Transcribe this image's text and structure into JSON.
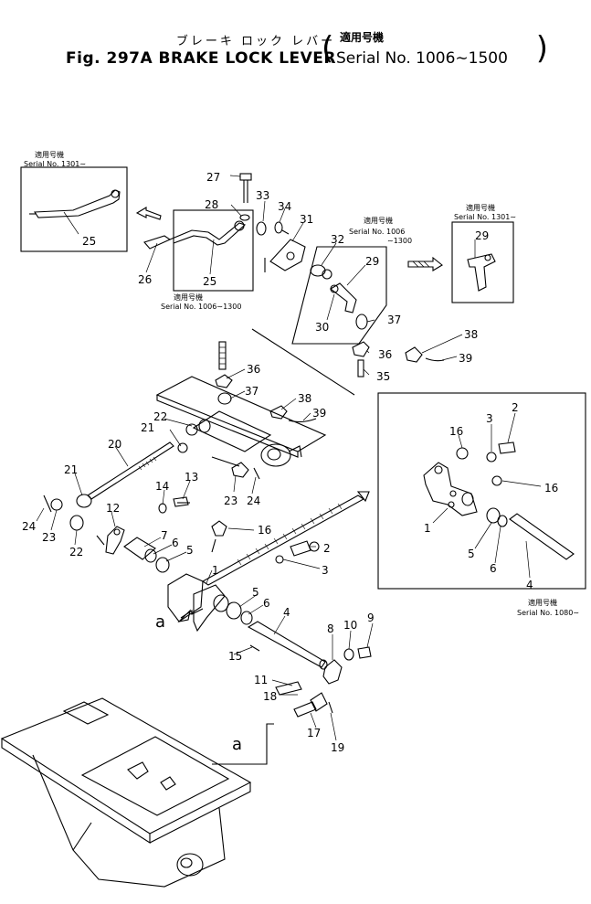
{
  "title": {
    "jp": "ブレーキ ロック レバー",
    "en": "Fig. 297A BRAKE LOCK LEVER",
    "serial_jp": "適用号機",
    "serial_en": "Serial No. 1006∼1500"
  },
  "callouts": [
    {
      "id": "c25a",
      "text": "25"
    },
    {
      "id": "c25b",
      "text": "25"
    },
    {
      "id": "c26",
      "text": "26"
    },
    {
      "id": "c27",
      "text": "27"
    },
    {
      "id": "c28",
      "text": "28"
    },
    {
      "id": "c33",
      "text": "33"
    },
    {
      "id": "c34",
      "text": "34"
    },
    {
      "id": "c31",
      "text": "31"
    },
    {
      "id": "c32",
      "text": "32"
    },
    {
      "id": "c29a",
      "text": "29"
    },
    {
      "id": "c30",
      "text": "30"
    },
    {
      "id": "c29b",
      "text": "29"
    },
    {
      "id": "c37a",
      "text": "37"
    },
    {
      "id": "c36a",
      "text": "36"
    },
    {
      "id": "c38a",
      "text": "38"
    },
    {
      "id": "c39a",
      "text": "39"
    },
    {
      "id": "c35",
      "text": "35"
    },
    {
      "id": "c36b",
      "text": "36"
    },
    {
      "id": "c37b",
      "text": "37"
    },
    {
      "id": "c38b",
      "text": "38"
    },
    {
      "id": "c39b",
      "text": "39"
    },
    {
      "id": "c22a",
      "text": "22"
    },
    {
      "id": "c21a",
      "text": "21"
    },
    {
      "id": "c20",
      "text": "20"
    },
    {
      "id": "c21b",
      "text": "21"
    },
    {
      "id": "c23a",
      "text": "23"
    },
    {
      "id": "c24a",
      "text": "24"
    },
    {
      "id": "c14",
      "text": "14"
    },
    {
      "id": "c13",
      "text": "13"
    },
    {
      "id": "c12",
      "text": "12"
    },
    {
      "id": "c24b",
      "text": "24"
    },
    {
      "id": "c23b",
      "text": "23"
    },
    {
      "id": "c22b",
      "text": "22"
    },
    {
      "id": "c7",
      "text": "7"
    },
    {
      "id": "c6a",
      "text": "6"
    },
    {
      "id": "c5a",
      "text": "5"
    },
    {
      "id": "c16a",
      "text": "16"
    },
    {
      "id": "c2a",
      "text": "2"
    },
    {
      "id": "c3a",
      "text": "3"
    },
    {
      "id": "c1a",
      "text": "1"
    },
    {
      "id": "c5b",
      "text": "5"
    },
    {
      "id": "c6b",
      "text": "6"
    },
    {
      "id": "c4a",
      "text": "4"
    },
    {
      "id": "ca1",
      "text": "a"
    },
    {
      "id": "c15",
      "text": "15"
    },
    {
      "id": "c8",
      "text": "8"
    },
    {
      "id": "c10",
      "text": "10"
    },
    {
      "id": "c9",
      "text": "9"
    },
    {
      "id": "c11",
      "text": "11"
    },
    {
      "id": "c18",
      "text": "18"
    },
    {
      "id": "c17",
      "text": "17"
    },
    {
      "id": "c19",
      "text": "19"
    },
    {
      "id": "ca2",
      "text": "a"
    },
    {
      "id": "c16b",
      "text": "16"
    },
    {
      "id": "c3b",
      "text": "3"
    },
    {
      "id": "c2b",
      "text": "2"
    },
    {
      "id": "c16c",
      "text": "16"
    },
    {
      "id": "c1b",
      "text": "1"
    },
    {
      "id": "c5c",
      "text": "5"
    },
    {
      "id": "c6c",
      "text": "6"
    },
    {
      "id": "c4b",
      "text": "4"
    }
  ],
  "serial_labels": [
    {
      "id": "s1",
      "jp": "適用号機",
      "en": "Serial No. 1301∼"
    },
    {
      "id": "s2",
      "jp": "適用号機",
      "en": "Serial No. 1006∼1300"
    },
    {
      "id": "s3",
      "jp": "適用号機",
      "en": "Serial No. 1006",
      "en2": "∼1300"
    },
    {
      "id": "s4",
      "jp": "適用号機",
      "en": "Serial No. 1301∼"
    },
    {
      "id": "s5",
      "jp": "適用号機",
      "en": "Serial No. 1080∼"
    }
  ]
}
